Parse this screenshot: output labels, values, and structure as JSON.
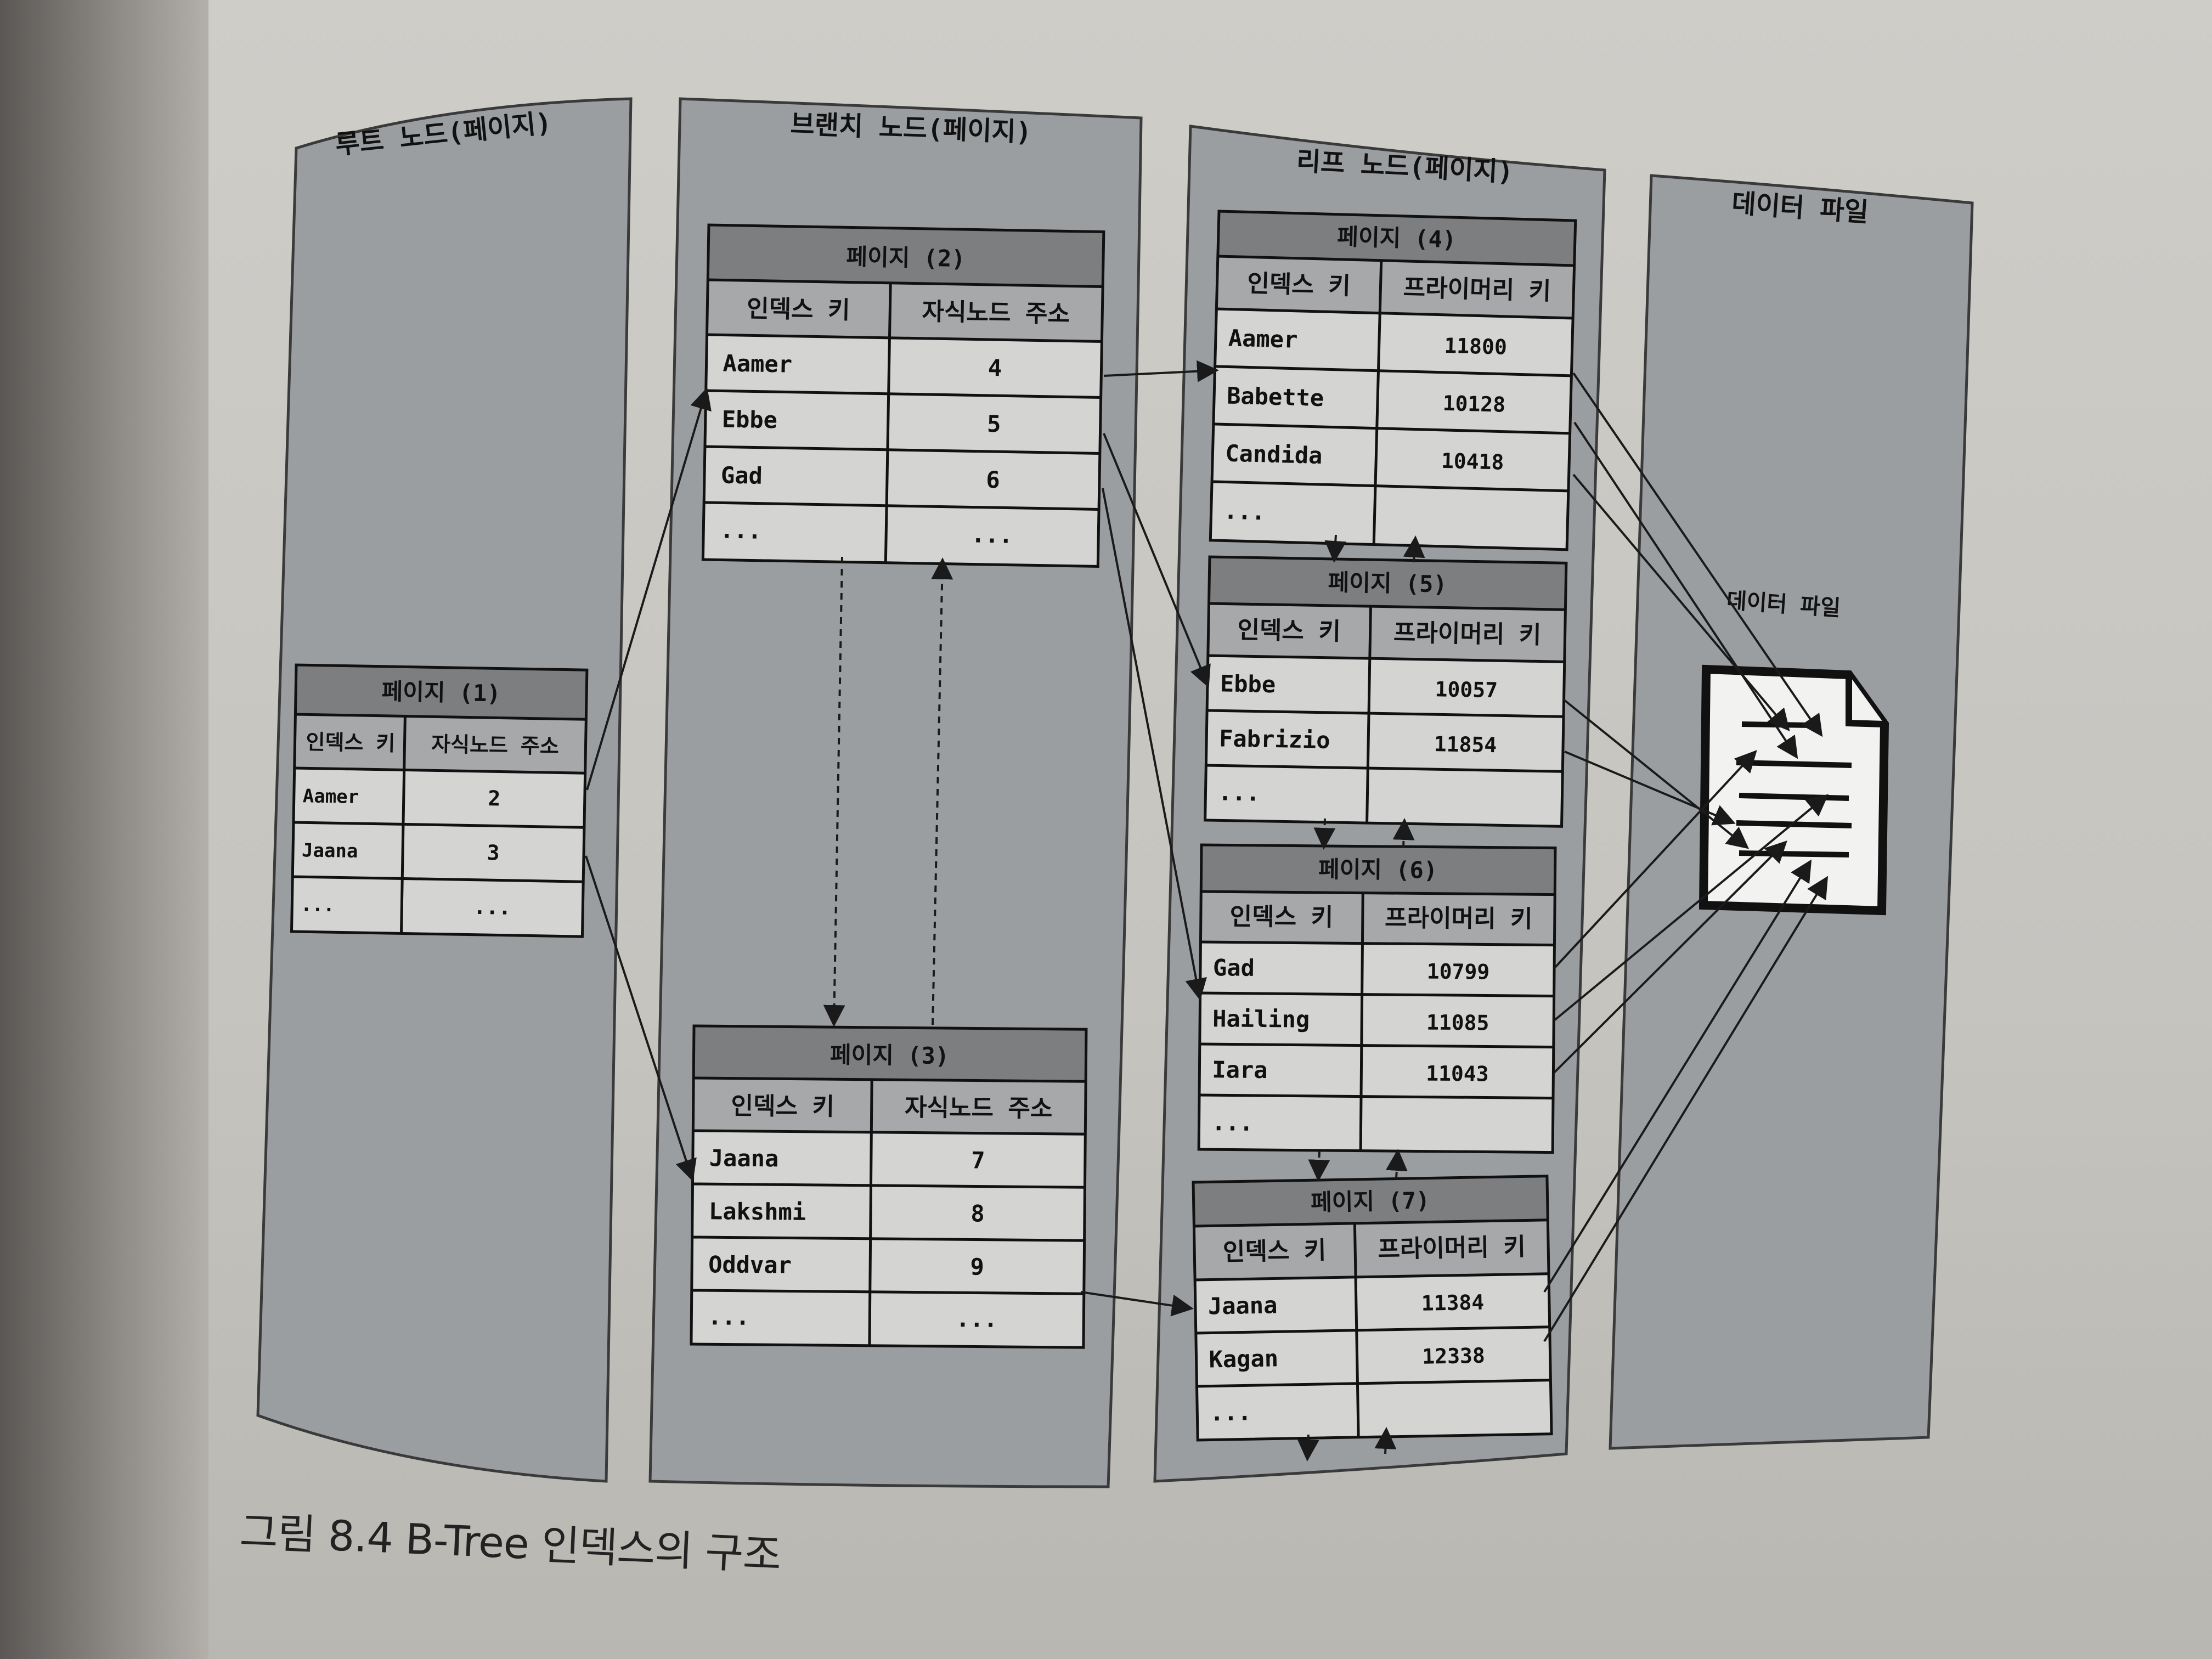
{
  "columns": [
    {
      "id": "root",
      "title": "루트 노드(페이지)"
    },
    {
      "id": "branch",
      "title": "브랜치 노드(페이지)"
    },
    {
      "id": "leaf",
      "title": "리프 노드(페이지)"
    },
    {
      "id": "data",
      "title": "데이터 파일"
    }
  ],
  "data_file_label": "데이터 파일",
  "pages": [
    {
      "id": "p1",
      "title": "페이지 (1)",
      "headers": [
        "인덱스 키",
        "자식노드 주소"
      ],
      "rows": [
        [
          "Aamer",
          "2"
        ],
        [
          "Jaana",
          "3"
        ],
        [
          "...",
          "..."
        ]
      ]
    },
    {
      "id": "p2",
      "title": "페이지 (2)",
      "headers": [
        "인덱스 키",
        "자식노드 주소"
      ],
      "rows": [
        [
          "Aamer",
          "4"
        ],
        [
          "Ebbe",
          "5"
        ],
        [
          "Gad",
          "6"
        ],
        [
          "...",
          "..."
        ]
      ]
    },
    {
      "id": "p3",
      "title": "페이지 (3)",
      "headers": [
        "인덱스 키",
        "자식노드 주소"
      ],
      "rows": [
        [
          "Jaana",
          "7"
        ],
        [
          "Lakshmi",
          "8"
        ],
        [
          "Oddvar",
          "9"
        ],
        [
          "...",
          "..."
        ]
      ]
    },
    {
      "id": "p4",
      "title": "페이지 (4)",
      "headers": [
        "인덱스 키",
        "프라이머리 키"
      ],
      "rows": [
        [
          "Aamer",
          "11800"
        ],
        [
          "Babette",
          "10128"
        ],
        [
          "Candida",
          "10418"
        ],
        [
          "...",
          ""
        ]
      ]
    },
    {
      "id": "p5",
      "title": "페이지 (5)",
      "headers": [
        "인덱스 키",
        "프라이머리 키"
      ],
      "rows": [
        [
          "Ebbe",
          "10057"
        ],
        [
          "Fabrizio",
          "11854"
        ],
        [
          "...",
          ""
        ]
      ]
    },
    {
      "id": "p6",
      "title": "페이지 (6)",
      "headers": [
        "인덱스 키",
        "프라이머리 키"
      ],
      "rows": [
        [
          "Gad",
          "10799"
        ],
        [
          "Hailing",
          "11085"
        ],
        [
          "Iara",
          "11043"
        ],
        [
          "...",
          ""
        ]
      ]
    },
    {
      "id": "p7",
      "title": "페이지 (7)",
      "headers": [
        "인덱스 키",
        "프라이머리 키"
      ],
      "rows": [
        [
          "Jaana",
          "11384"
        ],
        [
          "Kagan",
          "12338"
        ],
        [
          "...",
          ""
        ]
      ]
    }
  ],
  "caption": "그림 8.4 B-Tree 인덱스의 구조",
  "colors": {
    "column_fill": "#9b9ea1",
    "table_title": "#7d7e80",
    "table_header": "#a7a8aa",
    "table_body": "#d4d4d2"
  },
  "icons": [
    "document-icon"
  ]
}
